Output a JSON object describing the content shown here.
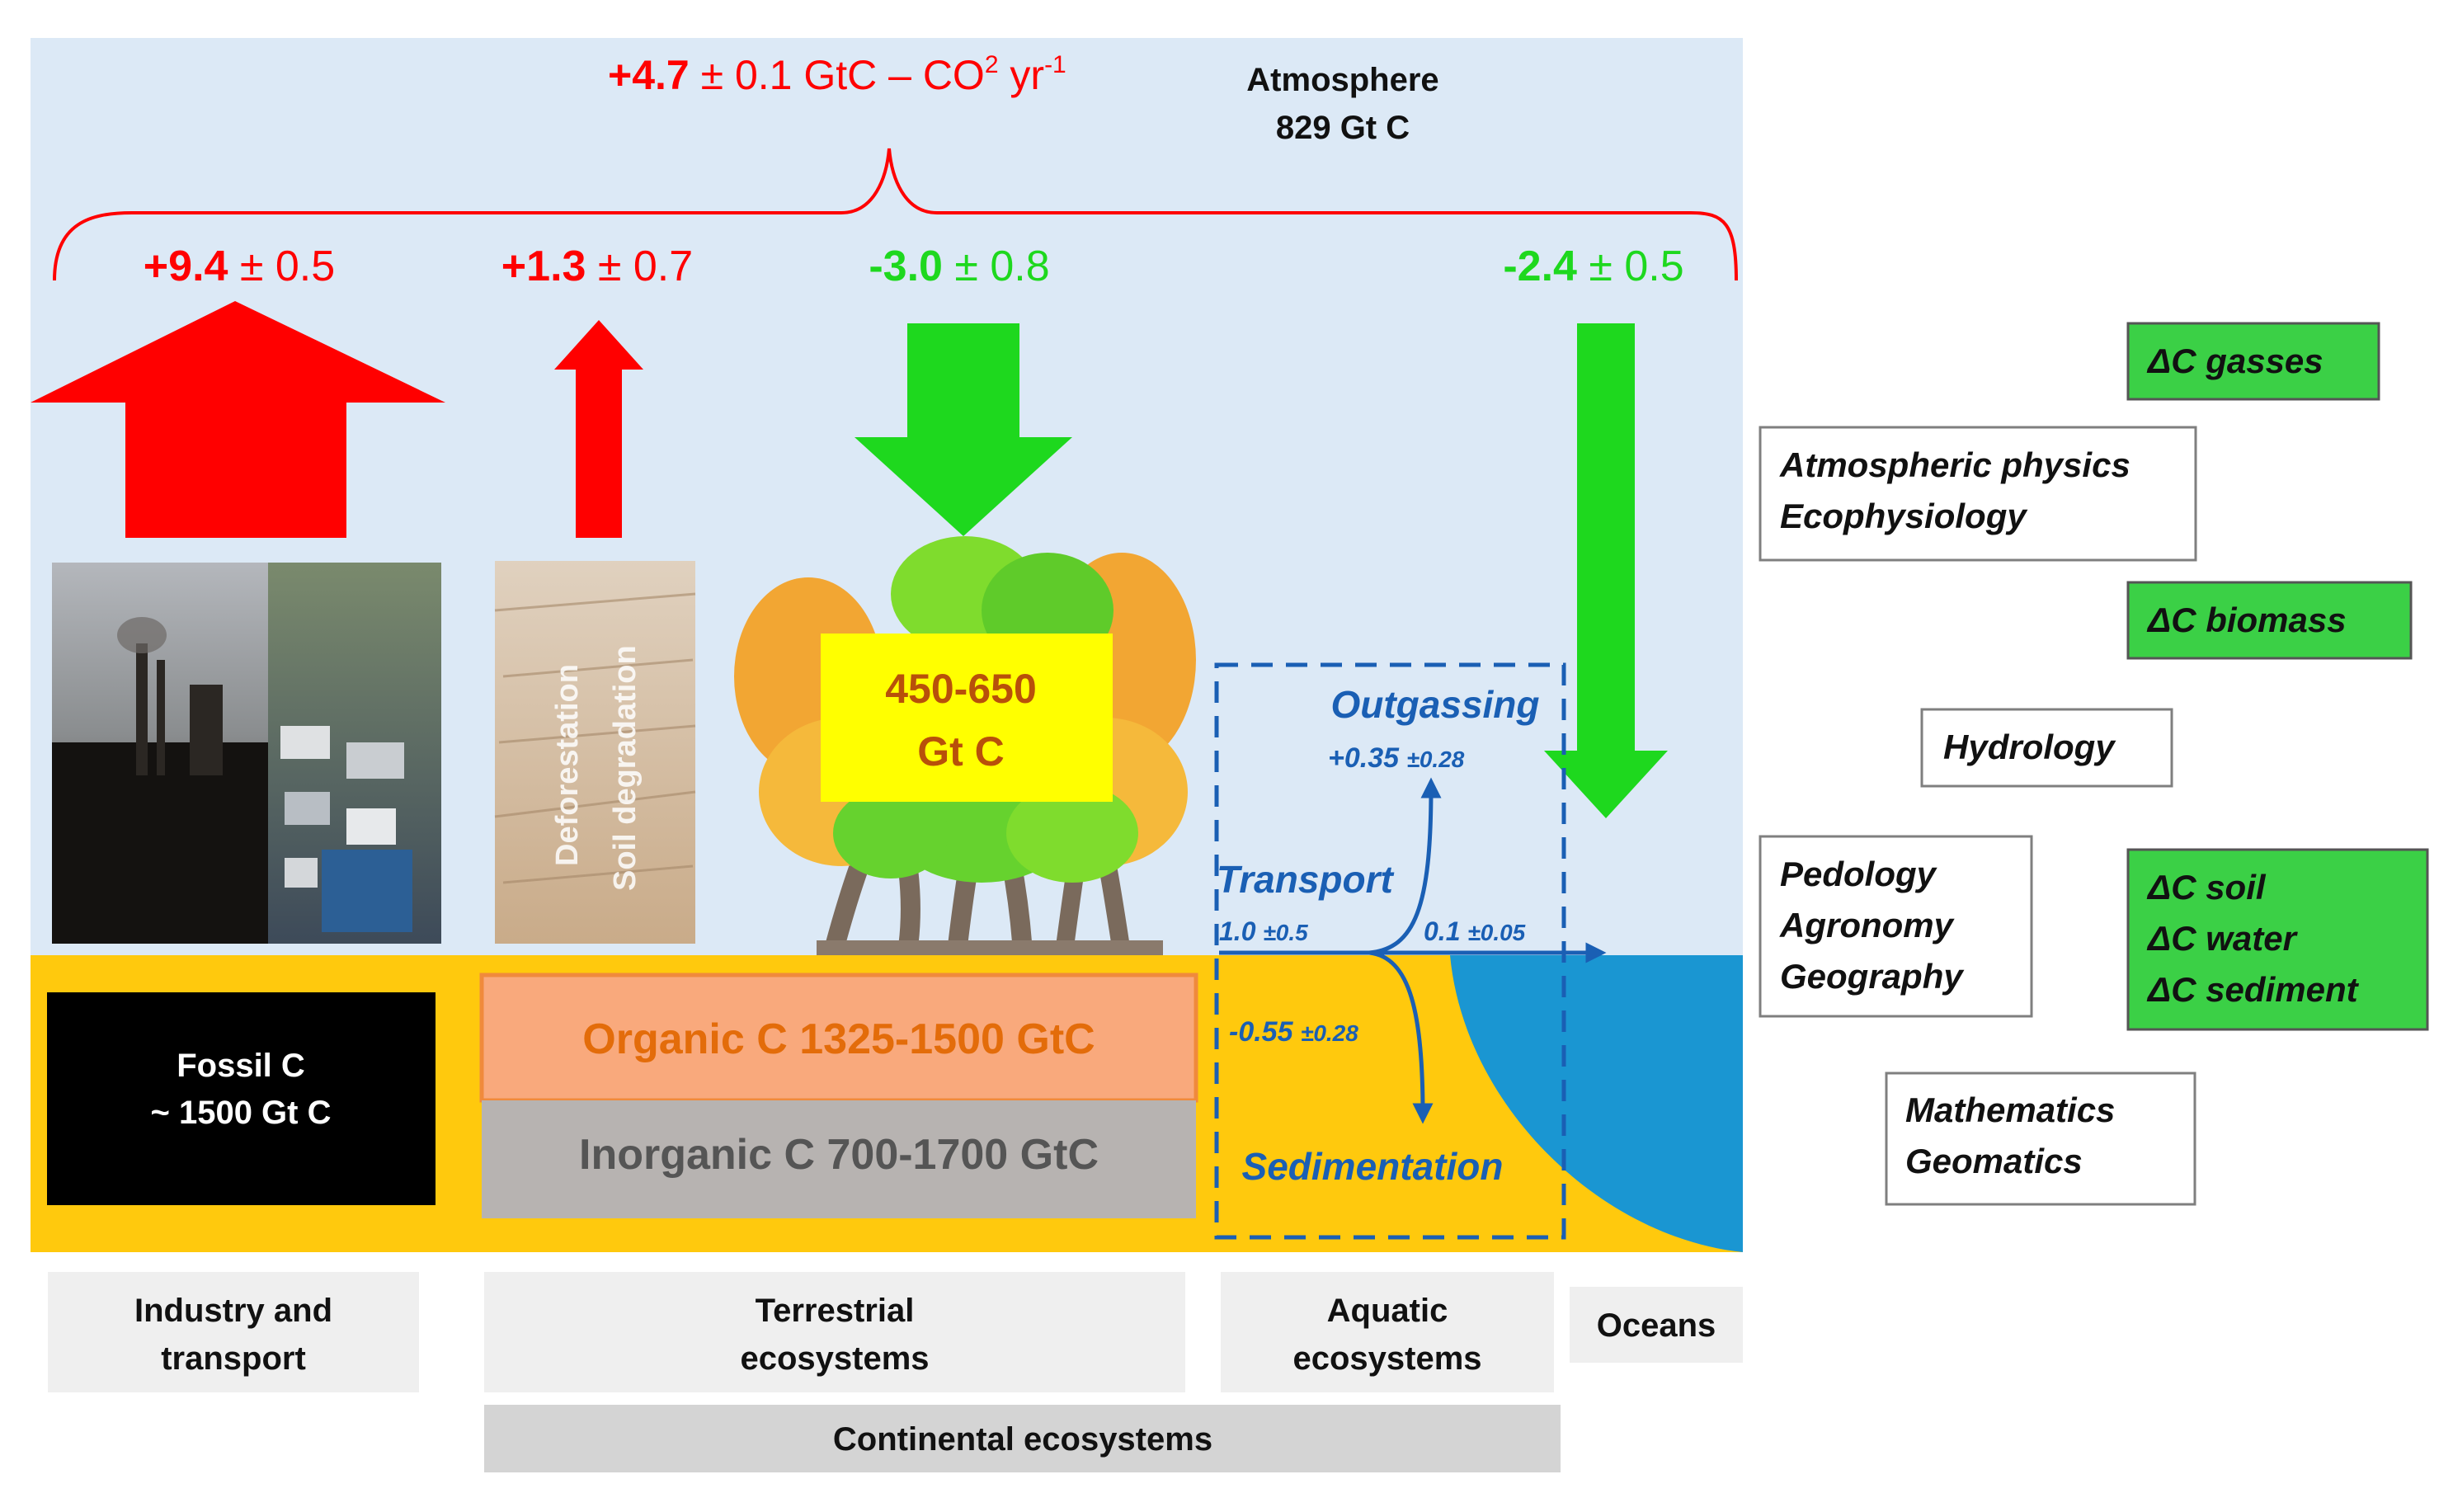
{
  "atmosphere": {
    "net_flux_value": "+4.7",
    "net_flux_rest": " ± 0.1 GtC – CO",
    "net_flux_sup": "2",
    "net_flux_unit": " yr",
    "net_flux_unit_sup": "-1",
    "pool_label": "Atmosphere",
    "pool_value": "829 Gt C"
  },
  "fluxes": {
    "fossil": {
      "value": "+9.4",
      "uncertainty": " ± 0.5"
    },
    "deforestation": {
      "value": "+1.3",
      "uncertainty": " ± 0.7"
    },
    "vegetation": {
      "value": "-3.0",
      "uncertainty": " ± 0.8"
    },
    "ocean": {
      "value": "-2.4",
      "uncertainty": " ± 0.5"
    }
  },
  "photo_caption": {
    "line1": "Deforestation",
    "line2": "Soil degradation"
  },
  "biomass": {
    "line1": "450-650",
    "line2": "Gt C"
  },
  "aquatic": {
    "outgassing": "Outgassing",
    "outgassing_value": "+0.35",
    "outgassing_unc": "±0.28",
    "transport": "Transport",
    "transport_value": "1.0",
    "transport_unc": "±0.5",
    "ocean_export_value": "0.1",
    "ocean_export_unc": "±0.05",
    "sediment_value": "-0.55",
    "sediment_unc": "±0.28",
    "sedimentation": "Sedimentation"
  },
  "pools": {
    "fossil_line1": "Fossil C",
    "fossil_line2": "~ 1500 Gt C",
    "organic": "Organic C 1325-1500 GtC",
    "inorganic": "Inorganic C 700-1700 GtC"
  },
  "categories": {
    "industry_line1": "Industry and",
    "industry_line2": "transport",
    "terrestrial_line1": "Terrestrial",
    "terrestrial_line2": "ecosystems",
    "aquatic_line1": "Aquatic",
    "aquatic_line2": "ecosystems",
    "oceans": "Oceans",
    "continental": "Continental ecosystems"
  },
  "disciplines": {
    "atmospheric_line1": "Atmospheric physics",
    "atmospheric_line2": "Ecophysiology",
    "hydrology": "Hydrology",
    "pedology": "Pedology",
    "agronomy": "Agronomy",
    "geography": "Geography",
    "mathematics": "Mathematics",
    "geomatics": "Geomatics"
  },
  "deltas": {
    "gasses": "ΔC gasses",
    "biomass": "ΔC biomass",
    "soil": "ΔC soil",
    "water": "ΔC water",
    "sediment": "ΔC sediment"
  },
  "colors": {
    "sky": "#dce9f6",
    "positive": "#ff0000",
    "negative": "#1ed81e",
    "soil": "#ffc90d",
    "ocean": "#1a96d2",
    "aquatic_blue": "#1a5fb4",
    "organic": "#f9a97c",
    "organic_text": "#e36c0a",
    "inorganic": "#b7b3b1",
    "delta_box": "#3bd046"
  }
}
